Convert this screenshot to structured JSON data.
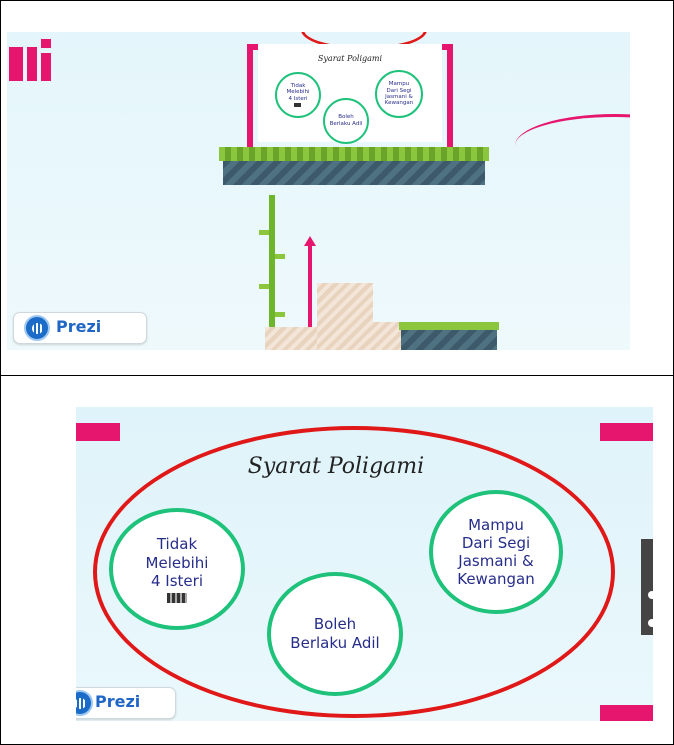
{
  "slide_title": "Syarat Poligami",
  "items": [
    {
      "lines": [
        "Tidak",
        "Melebihi",
        "4 Isteri"
      ]
    },
    {
      "lines": [
        "Boleh",
        "Berlaku Adil"
      ]
    },
    {
      "lines": [
        "Mampu",
        "Dari Segi",
        "Jasmani &",
        "Kewangan"
      ]
    }
  ],
  "prezi_label": "Prezi",
  "colors": {
    "accent_pink": "#e6166f",
    "circle_green": "#1ec27a",
    "text_navy": "#262d8a",
    "highlight_red": "#e01818"
  }
}
